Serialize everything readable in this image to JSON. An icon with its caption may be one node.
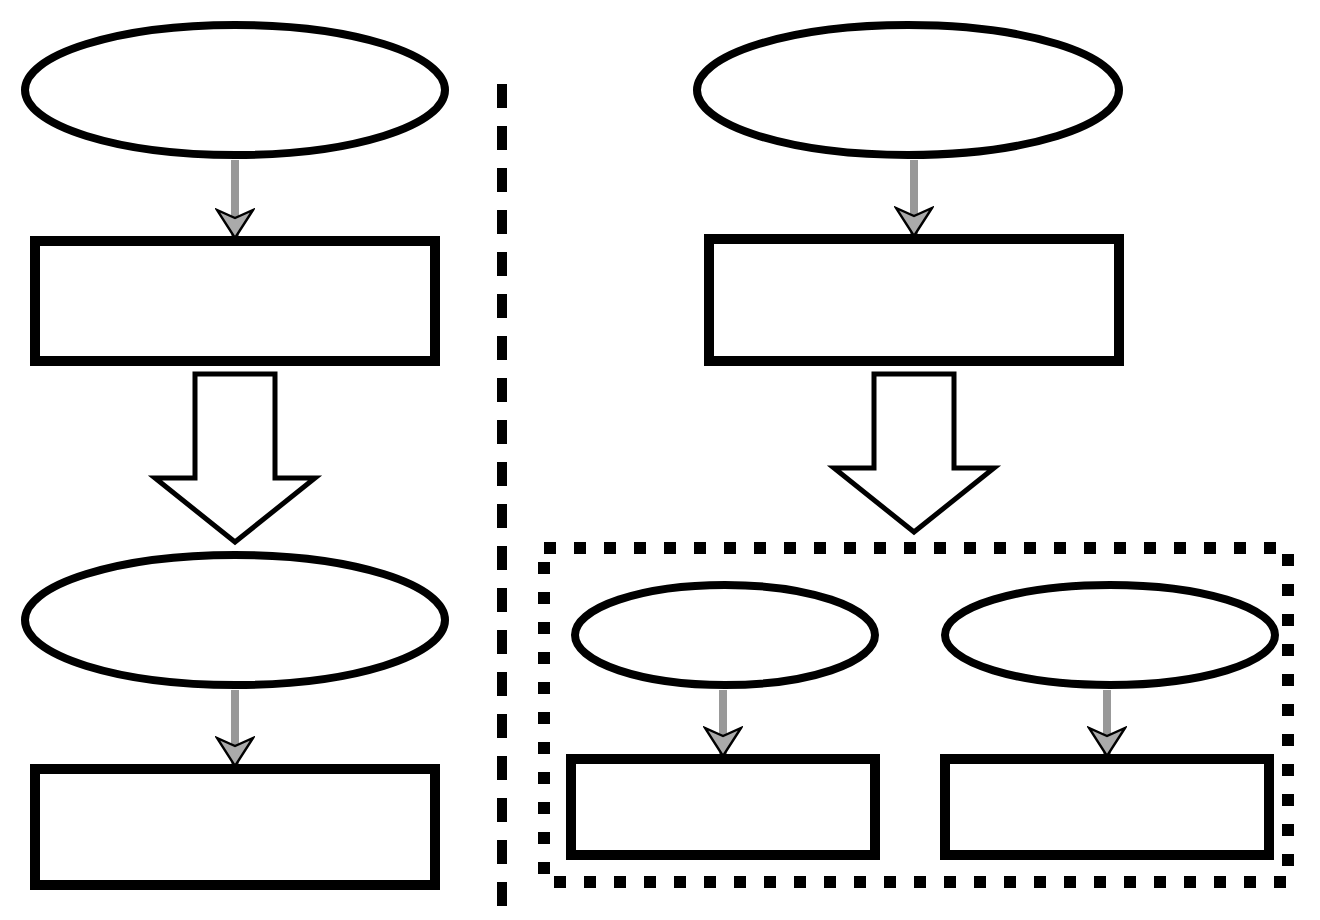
{
  "diagram": {
    "nodes": [
      {
        "text": [],
        "shape": "ellipse"
      },
      {
        "text": [],
        "shape": "box"
      },
      {
        "text": [],
        "shape": "ellipse"
      },
      {
        "text": [],
        "shape": "box"
      },
      {
        "text": [],
        "shape": "ellipse"
      },
      {
        "text": [],
        "shape": "box"
      },
      {
        "text": [],
        "shape": "group"
      },
      {
        "text": [],
        "shape": "ellipse",
        "in": 6
      },
      {
        "text": [],
        "shape": "ellipse",
        "in": 6
      },
      {
        "text": [],
        "shape": "box",
        "in": 6
      },
      {
        "text": [],
        "shape": "box",
        "in": 6
      }
    ],
    "edges": [
      {
        "from": 0,
        "to": 1,
        "arrow": "to"
      },
      {
        "from": 1,
        "to": 2,
        "arrow": "to",
        "style": "thick"
      },
      {
        "from": 2,
        "to": 3,
        "arrow": "to"
      },
      {
        "from": 4,
        "to": 5,
        "arrow": "to"
      },
      {
        "from": 5,
        "to": 6,
        "arrow": "to",
        "style": "thick"
      },
      {
        "from": 7,
        "to": 9,
        "arrow": "to"
      },
      {
        "from": 8,
        "to": 10,
        "arrow": "to"
      }
    ]
  }
}
